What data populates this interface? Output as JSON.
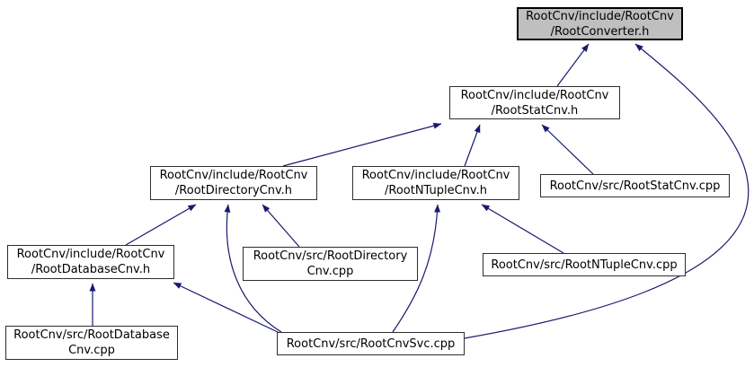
{
  "diagram": {
    "title_node": "RootConverter.h",
    "kind": "include-dependency-graph",
    "colors": {
      "edge": "#191970",
      "node_border": "#2e2e2e",
      "node_fill": "#ffffff",
      "highlight_fill": "#bfbfbf",
      "text": "#000000"
    },
    "nodes": {
      "converter_h": {
        "label": "RootCnv/include/RootCnv\n/RootConverter.h",
        "highlighted": true
      },
      "statcnv_h": {
        "label": "RootCnv/include/RootCnv\n/RootStatCnv.h",
        "highlighted": false
      },
      "directorycnv_h": {
        "label": "RootCnv/include/RootCnv\n/RootDirectoryCnv.h",
        "highlighted": false
      },
      "ntuplecnv_h": {
        "label": "RootCnv/include/RootCnv\n/RootNTupleCnv.h",
        "highlighted": false
      },
      "statcnv_cpp": {
        "label": "RootCnv/src/RootStatCnv.cpp",
        "highlighted": false
      },
      "databasecnv_h": {
        "label": "RootCnv/include/RootCnv\n/RootDatabaseCnv.h",
        "highlighted": false
      },
      "directorycnv_cpp": {
        "label": "RootCnv/src/RootDirectory\nCnv.cpp",
        "highlighted": false
      },
      "ntuplecnv_cpp": {
        "label": "RootCnv/src/RootNTupleCnv.cpp",
        "highlighted": false
      },
      "databasecnv_cpp": {
        "label": "RootCnv/src/RootDatabase\nCnv.cpp",
        "highlighted": false
      },
      "cnvsvc_cpp": {
        "label": "RootCnv/src/RootCnvSvc.cpp",
        "highlighted": false
      }
    },
    "edges": [
      {
        "from": "statcnv_h",
        "to": "converter_h"
      },
      {
        "from": "cnvsvc_cpp",
        "to": "converter_h"
      },
      {
        "from": "directorycnv_h",
        "to": "statcnv_h"
      },
      {
        "from": "ntuplecnv_h",
        "to": "statcnv_h"
      },
      {
        "from": "statcnv_cpp",
        "to": "statcnv_h"
      },
      {
        "from": "databasecnv_h",
        "to": "directorycnv_h"
      },
      {
        "from": "cnvsvc_cpp",
        "to": "directorycnv_h"
      },
      {
        "from": "directorycnv_cpp",
        "to": "directorycnv_h"
      },
      {
        "from": "ntuplecnv_cpp",
        "to": "ntuplecnv_h"
      },
      {
        "from": "cnvsvc_cpp",
        "to": "ntuplecnv_h"
      },
      {
        "from": "databasecnv_cpp",
        "to": "databasecnv_h"
      },
      {
        "from": "cnvsvc_cpp",
        "to": "databasecnv_h"
      }
    ]
  }
}
